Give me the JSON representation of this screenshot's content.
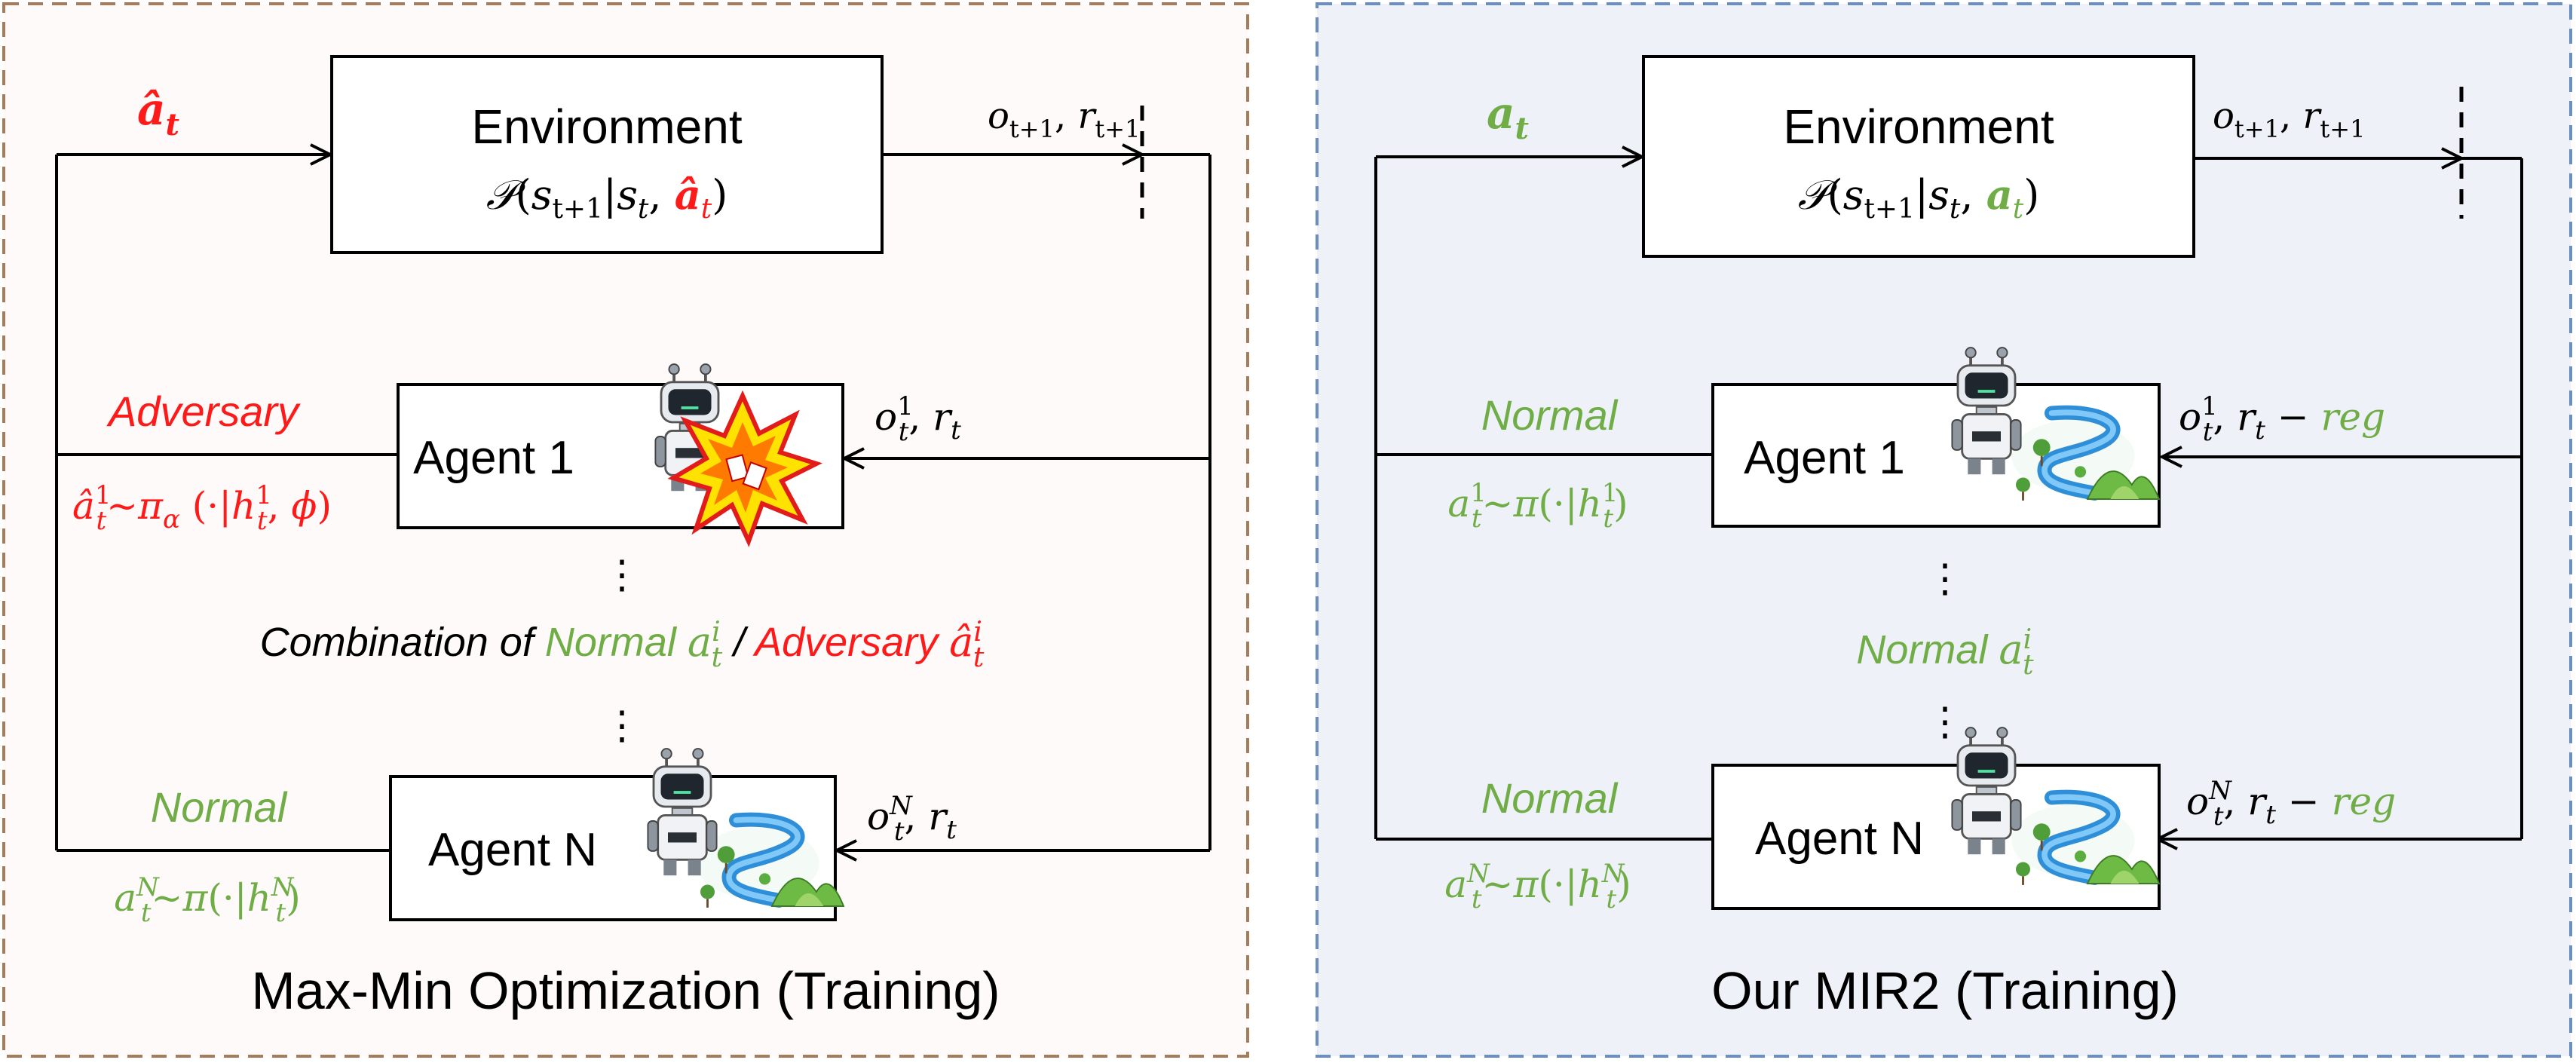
{
  "colors": {
    "red": "#ff1a1a",
    "green": "#70ad47",
    "black": "#000000",
    "left_panel_bg": "#fdfaf9",
    "left_panel_border": "#a67c5b",
    "right_panel_bg": "#eef1f7",
    "right_panel_border": "#6b8fc2"
  },
  "left": {
    "caption": "Max-Min Optimization (Training)",
    "action_top": "â_t",
    "environment": {
      "title": "Environment",
      "transition": "𝒫(s_{t+1}|s_t, â_t)"
    },
    "feedback_top": "o_{t+1}, r_{t+1}",
    "agent1": {
      "label": "Agent 1",
      "role": "Adversary",
      "policy": "â_t^1∼π_α(·|h_t^1, ϕ)",
      "obs": "o_t^1, r_t"
    },
    "combination": {
      "prefix": "Combination of",
      "normal": "Normal a_t^i",
      "separator": "/",
      "adversary": "Adversary â_t^i"
    },
    "agentN": {
      "label": "Agent N",
      "role": "Normal",
      "policy": "a_t^N∼π(·|h_t^N)",
      "obs": "o_t^N, r_t"
    },
    "ellipsis": "⋮"
  },
  "right": {
    "caption": "Our MIR2 (Training)",
    "action_top": "a_t",
    "environment": {
      "title": "Environment",
      "transition": "𝒫(s_{t+1}|s_t, a_t)"
    },
    "feedback_top": "o_{t+1}, r_{t+1}",
    "agent1": {
      "label": "Agent 1",
      "role": "Normal",
      "policy": "a_t^1∼π(·|h_t^1)",
      "obs": "o_t^1, r_t − reg"
    },
    "middle": "Normal a_t^i",
    "agentN": {
      "label": "Agent N",
      "role": "Normal",
      "policy": "a_t^N∼π(·|h_t^N)",
      "obs": "o_t^N, r_t − reg"
    },
    "ellipsis": "⋮"
  }
}
